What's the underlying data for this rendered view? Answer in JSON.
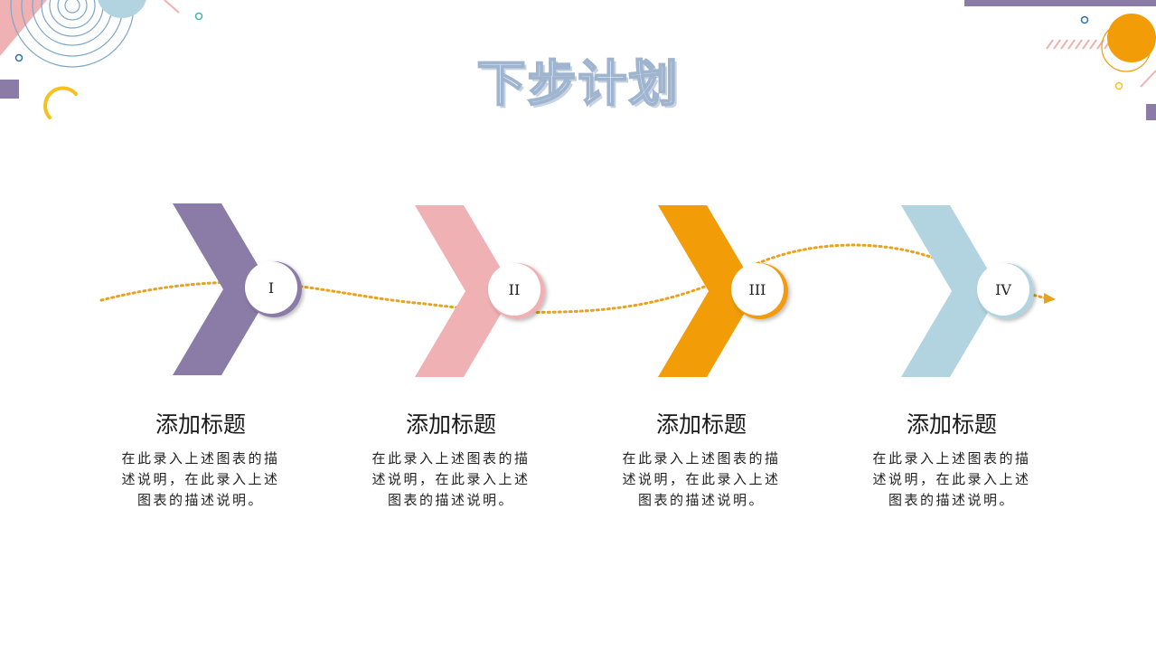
{
  "slide": {
    "title": "下步计划"
  },
  "colors": {
    "purple": "#8b7ba7",
    "pink": "#efb1b3",
    "orange": "#f29c07",
    "light_blue": "#b1d4e0",
    "dotted_path": "#e8a21e",
    "title_stroke": "#9fb4cf"
  },
  "steps": [
    {
      "numeral": "I",
      "heading": "添加标题",
      "description": "在此录入上述图表的描述说明，在此录入上述图表的描述说明。",
      "color": "#8b7ba7"
    },
    {
      "numeral": "II",
      "heading": "添加标题",
      "description": "在此录入上述图表的描述说明，在此录入上述图表的描述说明。",
      "color": "#efb1b3"
    },
    {
      "numeral": "III",
      "heading": "添加标题",
      "description": "在此录入上述图表的描述说明，在此录入上述图表的描述说明。",
      "color": "#f29c07"
    },
    {
      "numeral": "IV",
      "heading": "添加标题",
      "description": "在此录入上述图表的描述说明，在此录入上述图表的描述说明。",
      "color": "#b1d4e0"
    }
  ]
}
